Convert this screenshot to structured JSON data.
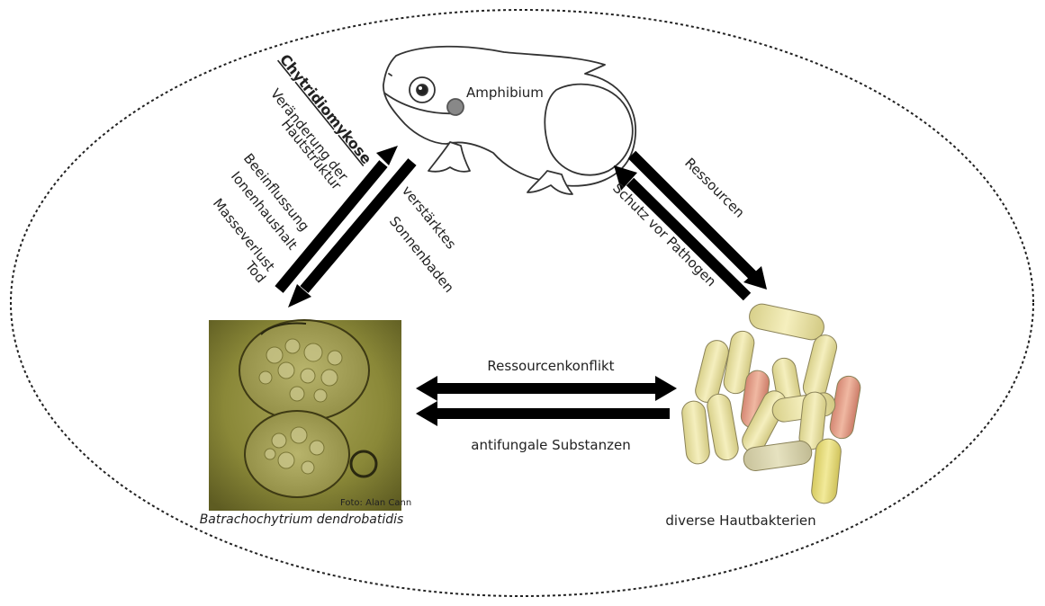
{
  "nodes": {
    "host": "Amphibium",
    "fungus": "Batrachochytrium dendrobatidis",
    "bacteria": "diverse Hautbakterien",
    "photo_credit": "Foto: Alan Cann"
  },
  "disease": {
    "title": "Chytridiomykose",
    "effects": [
      "Veränderung der",
      "Hautstruktur",
      "Beeinflussung",
      "Ionenhaushalt",
      "Masseverlust",
      "Tod"
    ]
  },
  "host_response": [
    "verstärktes",
    "Sonnenbaden"
  ],
  "host_bacteria": {
    "to_bacteria": "Ressourcen",
    "to_host": "Schutz vor Pathogen"
  },
  "fungus_bacteria": {
    "top": "Ressourcenkonflikt",
    "bottom": "antifungale Substanzen"
  },
  "colors": {
    "arrow": "#000000",
    "fungus_photo_bg": "#8c8a3c",
    "bacteria_pale": "#eee8a8",
    "bacteria_pink": "#e8a08c",
    "bacteria_yellow": "#e6dc7a"
  }
}
